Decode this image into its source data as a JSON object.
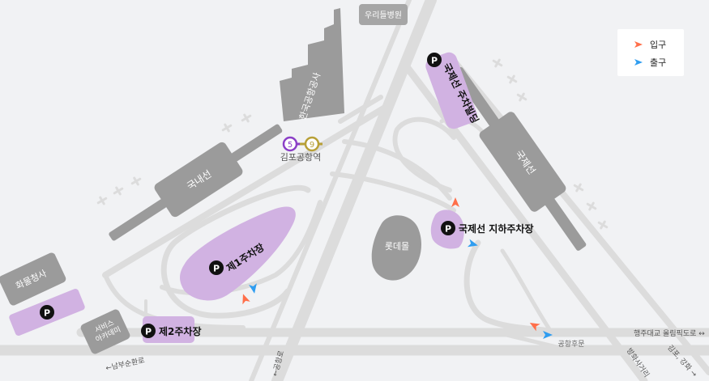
{
  "labels": {
    "hospital": "우리들병원",
    "korea_airports": "한국공항공사",
    "gimpo_station": "김포공항역",
    "line5": "5",
    "line9": "9",
    "domestic": "국내선",
    "international": "국제선",
    "intl_parking_building": "국제선 주차빌딩",
    "intl_underground_parking": "국제선 지하주차장",
    "parking1": "제1주차장",
    "parking2": "제2주차장",
    "cargo": "화물청사",
    "academy": "서비스\n아카데미",
    "lotte_mall": "롯데몰",
    "airport_rear": "공항후문",
    "haengju_road": "행주대교 올림픽도로 ↔",
    "nambu_road": "←남부순환로",
    "airport_road": "←공항로",
    "bangwha_road": "방화사거리",
    "gimpo_road": "김포, 강화 →",
    "p_symbol": "P"
  },
  "legend": {
    "entrance": "입구",
    "exit": "출구"
  },
  "colors": {
    "background": "#f1f2f4",
    "road": "#dcdcdc",
    "building": "#9b9b9b",
    "parking": "#d1b2e2",
    "entrance_arrow": "#ff6f4a",
    "exit_arrow": "#2f9df0",
    "line5": "#8b3fc7",
    "line9": "#b8a037"
  }
}
